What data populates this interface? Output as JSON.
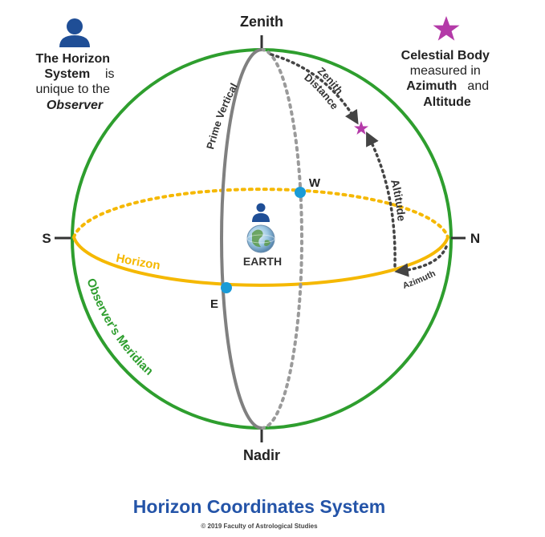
{
  "labels": {
    "zenith": "Zenith",
    "nadir": "Nadir",
    "south": "S",
    "north": "N",
    "west": "W",
    "east": "E",
    "earth": "EARTH",
    "prime_vertical": "Prime Vertical",
    "zenith_distance_line1": "Zenith",
    "zenith_distance_line2": "Distance",
    "altitude": "Altitude",
    "azimuth": "Azimuth",
    "horizon": "Horizon",
    "observers_meridian": "Observer's Meridian"
  },
  "left_note": {
    "line1": "The Horizon",
    "line2_bold": "System",
    "line2_rest": " is",
    "line3": "unique to the",
    "line4": "Observer"
  },
  "right_note": {
    "line1": "Celestial Body",
    "line2": "measured in",
    "line3_bold": "Azimuth",
    "line3_rest": " and",
    "line4": "Altitude"
  },
  "footer": {
    "title": "Horizon Coordinates System",
    "copyright": "© 2019  Faculty of Astrological Studies"
  },
  "colors": {
    "meridian": "#2e9e2e",
    "horizon": "#f5b800",
    "prime_vertical": "#808080",
    "dotted_gray": "#9a9a9a",
    "arrow": "#444444",
    "point": "#1a9bd7",
    "star": "#b43aa8",
    "observer_icon": "#1f4e96",
    "title": "#2454a8",
    "text": "#222222"
  },
  "icons": [
    "observer-icon",
    "star-icon",
    "earth-globe-icon"
  ]
}
